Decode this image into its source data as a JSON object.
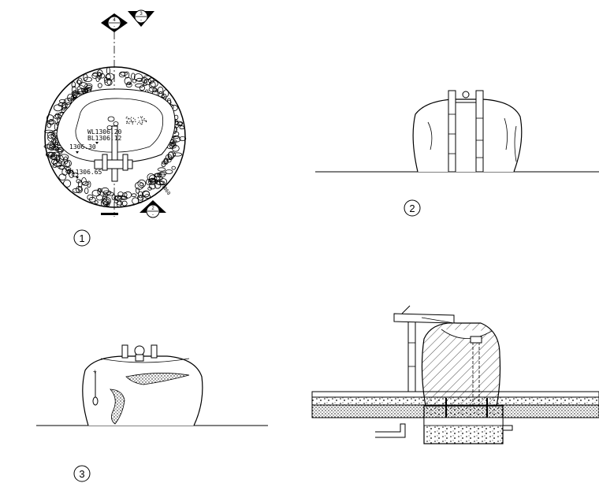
{
  "labels": {
    "detail1": "1",
    "detail2": "2",
    "detail3": "3",
    "wl": "WL1306.20",
    "bl": "BL1306.12",
    "lvl": "1306.30",
    "fl": "FL1306.65",
    "rim": "1860",
    "sec4_top": "4",
    "sec4_bot": "-",
    "sec3_top": "3",
    "sec3_bot": "-",
    "sec2_top": "2",
    "sec2_bot": "-"
  }
}
